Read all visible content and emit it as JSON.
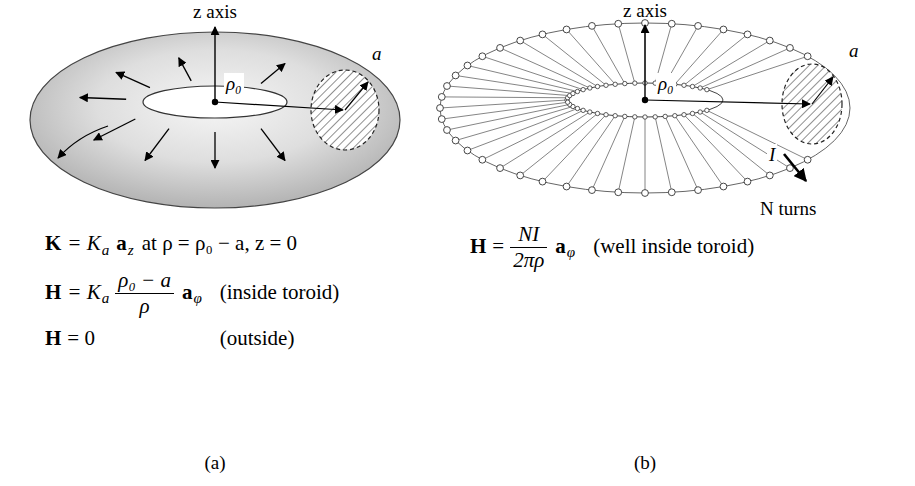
{
  "diagram": {
    "labels": [
      "z axis",
      "ρ₀",
      "a",
      "K",
      "= K",
      "a",
      "a",
      "z",
      "at ρ = ρ₀ − a, z = 0",
      "H",
      "= K",
      "a",
      "ρ₀ − a",
      "ρ",
      "a",
      "φ",
      "(inside toroid)",
      "H",
      "= 0",
      "(outside)",
      "(a)",
      "z axis",
      "ρ₀",
      "a",
      "I",
      "N turns",
      "H",
      "=",
      "NI",
      "2πρ",
      "a",
      "φ",
      "(well inside toroid)",
      "(b)"
    ]
  }
}
